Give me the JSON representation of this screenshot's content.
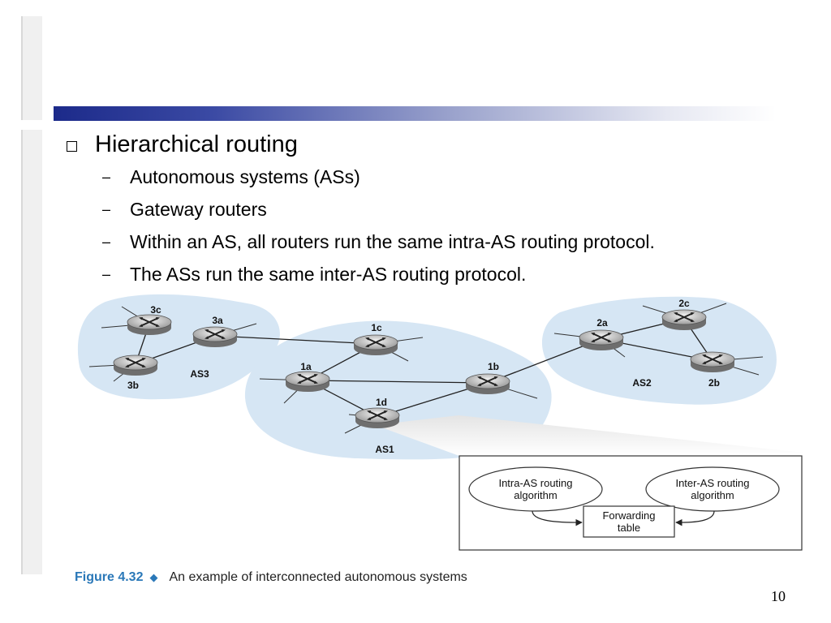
{
  "bullets": {
    "main": "Hierarchical routing",
    "sub": [
      "Autonomous systems (ASs)",
      "Gateway routers",
      "Within an AS, all routers run the same intra-AS routing protocol.",
      "The ASs run the same inter-AS routing protocol."
    ]
  },
  "figure": {
    "routers": {
      "r3c": "3c",
      "r3a": "3a",
      "r3b": "3b",
      "r1c": "1c",
      "r1a": "1a",
      "r1b": "1b",
      "r1d": "1d",
      "r2a": "2a",
      "r2c": "2c",
      "r2b": "2b"
    },
    "as_labels": {
      "as3": "AS3",
      "as1": "AS1",
      "as2": "AS2"
    },
    "inset": {
      "intra": [
        "Intra-AS routing",
        "algorithm"
      ],
      "inter": [
        "Inter-AS routing",
        "algorithm"
      ],
      "table": [
        "Forwarding",
        "table"
      ]
    },
    "caption": {
      "number": "Figure 4.32",
      "text": "An example of interconnected autonomous systems"
    }
  },
  "page_number": "10",
  "colors": {
    "title_strip": "#1c2a8a",
    "as_cloud": "#d6e6f4",
    "caption_accent": "#2a78b8"
  }
}
